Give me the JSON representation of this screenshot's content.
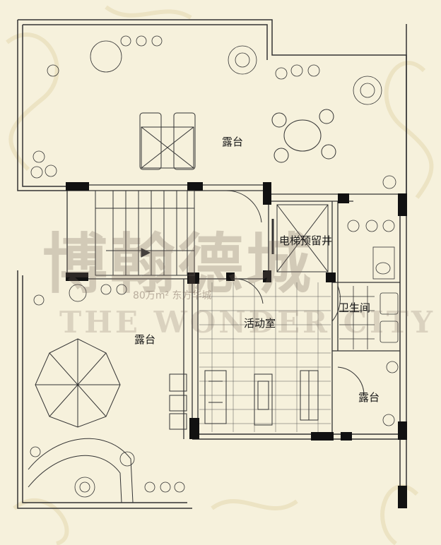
{
  "rooms": {
    "terrace_top": "露台",
    "terrace_left": "露台",
    "terrace_right": "露台",
    "elevator": "电梯预留井",
    "bathroom": "卫生间",
    "activity": "活动室"
  },
  "watermark": {
    "chinese": "博翰德城",
    "english": "THE WONDER CITY",
    "subtitle": "80万m²  东方华城"
  },
  "colors": {
    "background": "#f6f1dc",
    "wall": "#1a1a1a",
    "line": "#333333",
    "watermark": "#7a645a"
  }
}
